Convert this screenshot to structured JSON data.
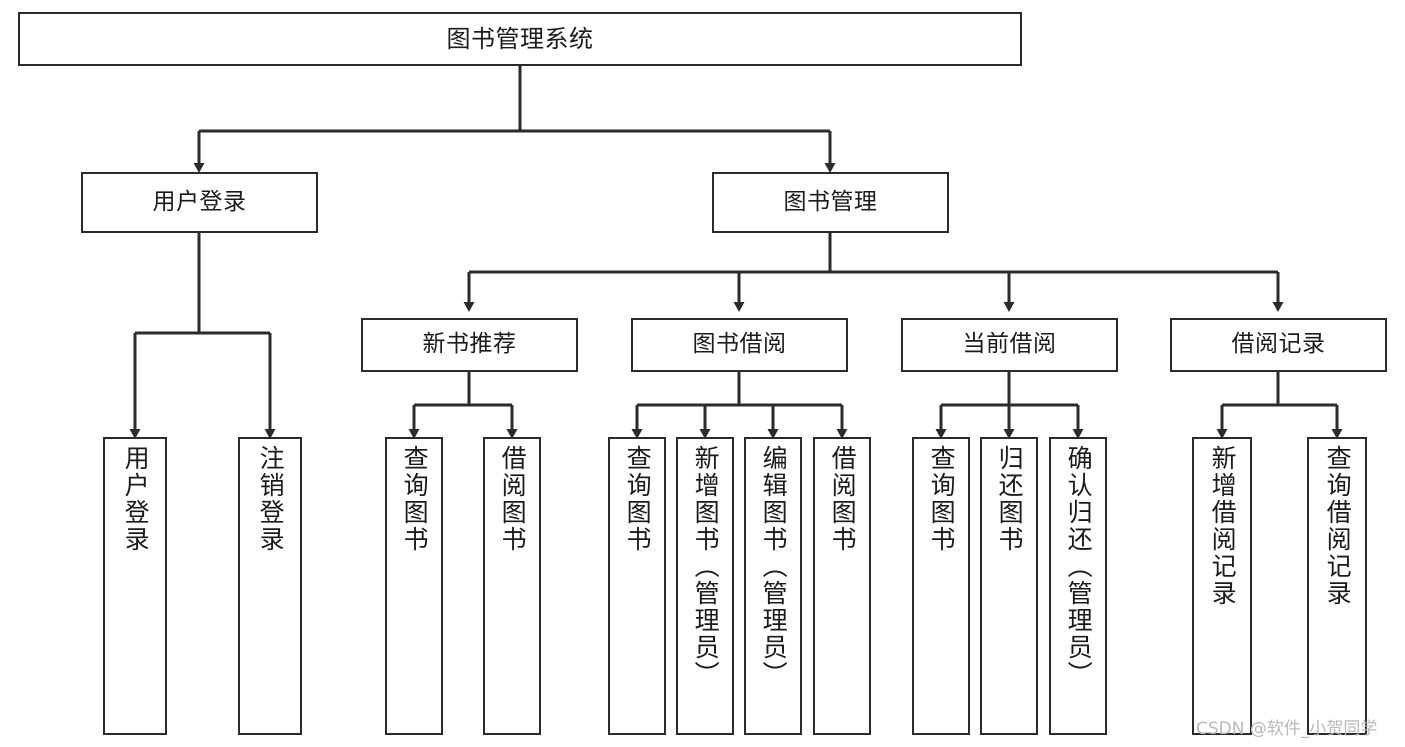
{
  "diagram": {
    "title": "图书管理系统",
    "type": "tree-hierarchy",
    "watermark": "CSDN @软件_小贺同学",
    "colors": {
      "background": "#ffffff",
      "box_border": "#2b2b2b",
      "box_fill": "#ffffff",
      "edge": "#2b2b2b",
      "text": "#1b1b1b",
      "watermark": "#b9b9b9"
    },
    "levels": [
      {
        "level": 1,
        "nodes": [
          {
            "id": "root",
            "label": "图书管理系统",
            "orientation": "horizontal"
          }
        ]
      },
      {
        "level": 2,
        "nodes": [
          {
            "id": "l2-user-login",
            "label": "用户登录",
            "orientation": "horizontal",
            "parent": "root"
          },
          {
            "id": "l2-book-manage",
            "label": "图书管理",
            "orientation": "horizontal",
            "parent": "root"
          }
        ]
      },
      {
        "level": 3,
        "nodes": [
          {
            "id": "l3-new-book-rec",
            "label": "新书推荐",
            "orientation": "horizontal",
            "parent": "l2-book-manage"
          },
          {
            "id": "l3-book-borrow",
            "label": "图书借阅",
            "orientation": "horizontal",
            "parent": "l2-book-manage"
          },
          {
            "id": "l3-current-borrow",
            "label": "当前借阅",
            "orientation": "horizontal",
            "parent": "l2-book-manage"
          },
          {
            "id": "l3-borrow-record",
            "label": "借阅记录",
            "orientation": "horizontal",
            "parent": "l2-book-manage"
          }
        ]
      },
      {
        "level": 4,
        "nodes": [
          {
            "id": "l4-user-login",
            "label": "用户登录",
            "orientation": "vertical",
            "parent": "l2-user-login"
          },
          {
            "id": "l4-logout-login",
            "label": "注销登录",
            "orientation": "vertical",
            "parent": "l2-user-login"
          },
          {
            "id": "l4-query-book-1",
            "label": "查询图书",
            "orientation": "vertical",
            "parent": "l3-new-book-rec"
          },
          {
            "id": "l4-borrow-book-1",
            "label": "借阅图书",
            "orientation": "vertical",
            "parent": "l3-new-book-rec"
          },
          {
            "id": "l4-query-book-2",
            "label": "查询图书",
            "orientation": "vertical",
            "parent": "l3-book-borrow"
          },
          {
            "id": "l4-add-book",
            "label": "新增图书（管理员）",
            "orientation": "vertical",
            "parent": "l3-book-borrow"
          },
          {
            "id": "l4-edit-book",
            "label": "编辑图书（管理员）",
            "orientation": "vertical",
            "parent": "l3-book-borrow"
          },
          {
            "id": "l4-borrow-book-2",
            "label": "借阅图书",
            "orientation": "vertical",
            "parent": "l3-book-borrow"
          },
          {
            "id": "l4-query-book-3",
            "label": "查询图书",
            "orientation": "vertical",
            "parent": "l3-current-borrow"
          },
          {
            "id": "l4-return-book",
            "label": "归还图书",
            "orientation": "vertical",
            "parent": "l3-current-borrow"
          },
          {
            "id": "l4-confirm-return",
            "label": "确认归还（管理员）",
            "orientation": "vertical",
            "parent": "l3-current-borrow"
          },
          {
            "id": "l4-add-record",
            "label": "新增借阅记录",
            "orientation": "vertical",
            "parent": "l3-borrow-record"
          },
          {
            "id": "l4-query-record",
            "label": "查询借阅记录",
            "orientation": "vertical",
            "parent": "l3-borrow-record"
          }
        ]
      }
    ]
  }
}
